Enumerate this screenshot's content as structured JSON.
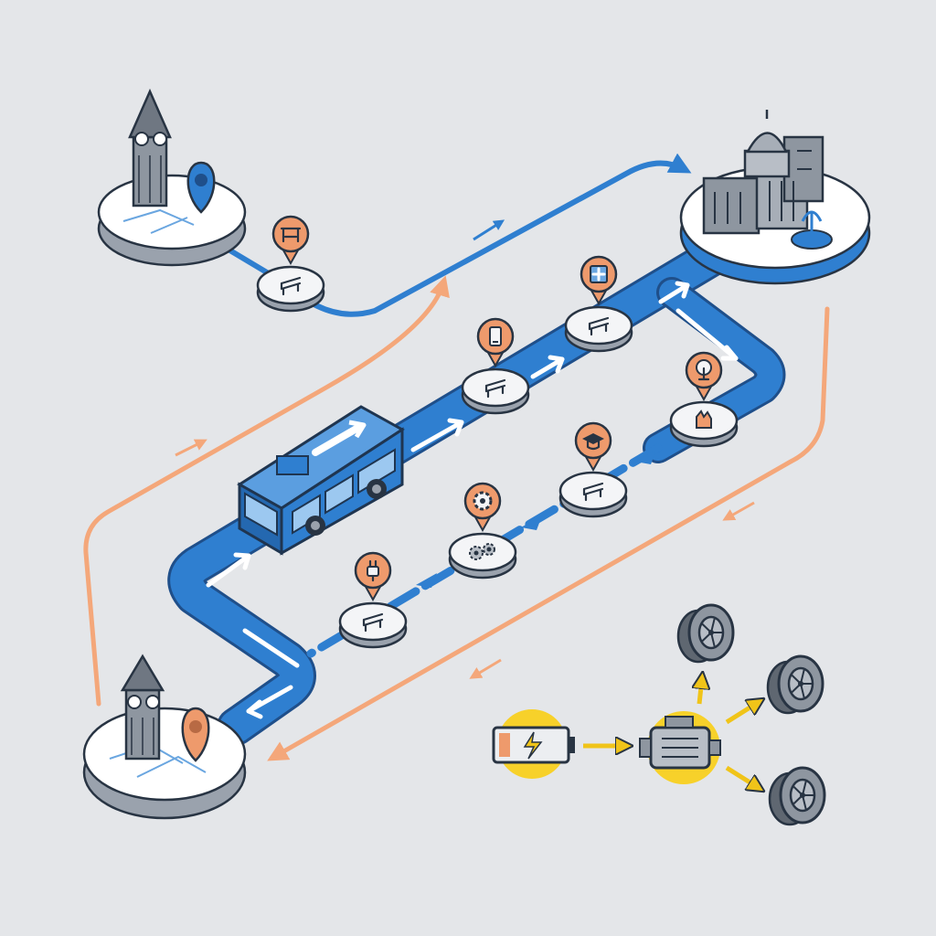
{
  "colors": {
    "background": "#e4e6e9",
    "route_blue": "#2f7fd0",
    "route_blue_dark": "#1f4f8a",
    "outline": "#283443",
    "return_orange": "#f4a77a",
    "pin_orange": "#ee9a6c",
    "stop_fill": "#f4f5f7",
    "stop_rim": "#9aa2ad",
    "battery_glow": "#f7d12a",
    "power_arrow": "#f0c419",
    "wheel": "#8e96a0"
  },
  "landmarks": [
    {
      "id": "origin-top",
      "icon": "clock-tower-icon",
      "pin": "location-pin-blue-icon"
    },
    {
      "id": "destination-civic-center",
      "icon": "capitol-building-icon",
      "extra": "fountain-icon"
    },
    {
      "id": "terminal-bottom",
      "icon": "clock-tower-icon",
      "pin": "location-pin-orange-icon"
    }
  ],
  "stops": [
    {
      "pin_icon": "bus-shelter-icon",
      "base_icon": "bench-icon"
    },
    {
      "pin_icon": "hospital-icon",
      "base_icon": "bench-icon"
    },
    {
      "pin_icon": "phone-icon",
      "base_icon": "bench-icon"
    },
    {
      "pin_icon": "tree-icon",
      "base_icon": "hand-icon"
    },
    {
      "pin_icon": "graduation-cap-icon",
      "base_icon": "bench-icon"
    },
    {
      "pin_icon": "gear-icon",
      "base_icon": "gears-icon"
    },
    {
      "pin_icon": "plug-icon",
      "base_icon": "bench-icon"
    }
  ],
  "vehicle": {
    "icon": "electric-bus-icon"
  },
  "powertrain": {
    "source": "battery-charging-icon",
    "converter": "electric-motor-icon",
    "outputs": [
      "wheel-icon",
      "wheel-icon",
      "wheel-icon"
    ]
  }
}
